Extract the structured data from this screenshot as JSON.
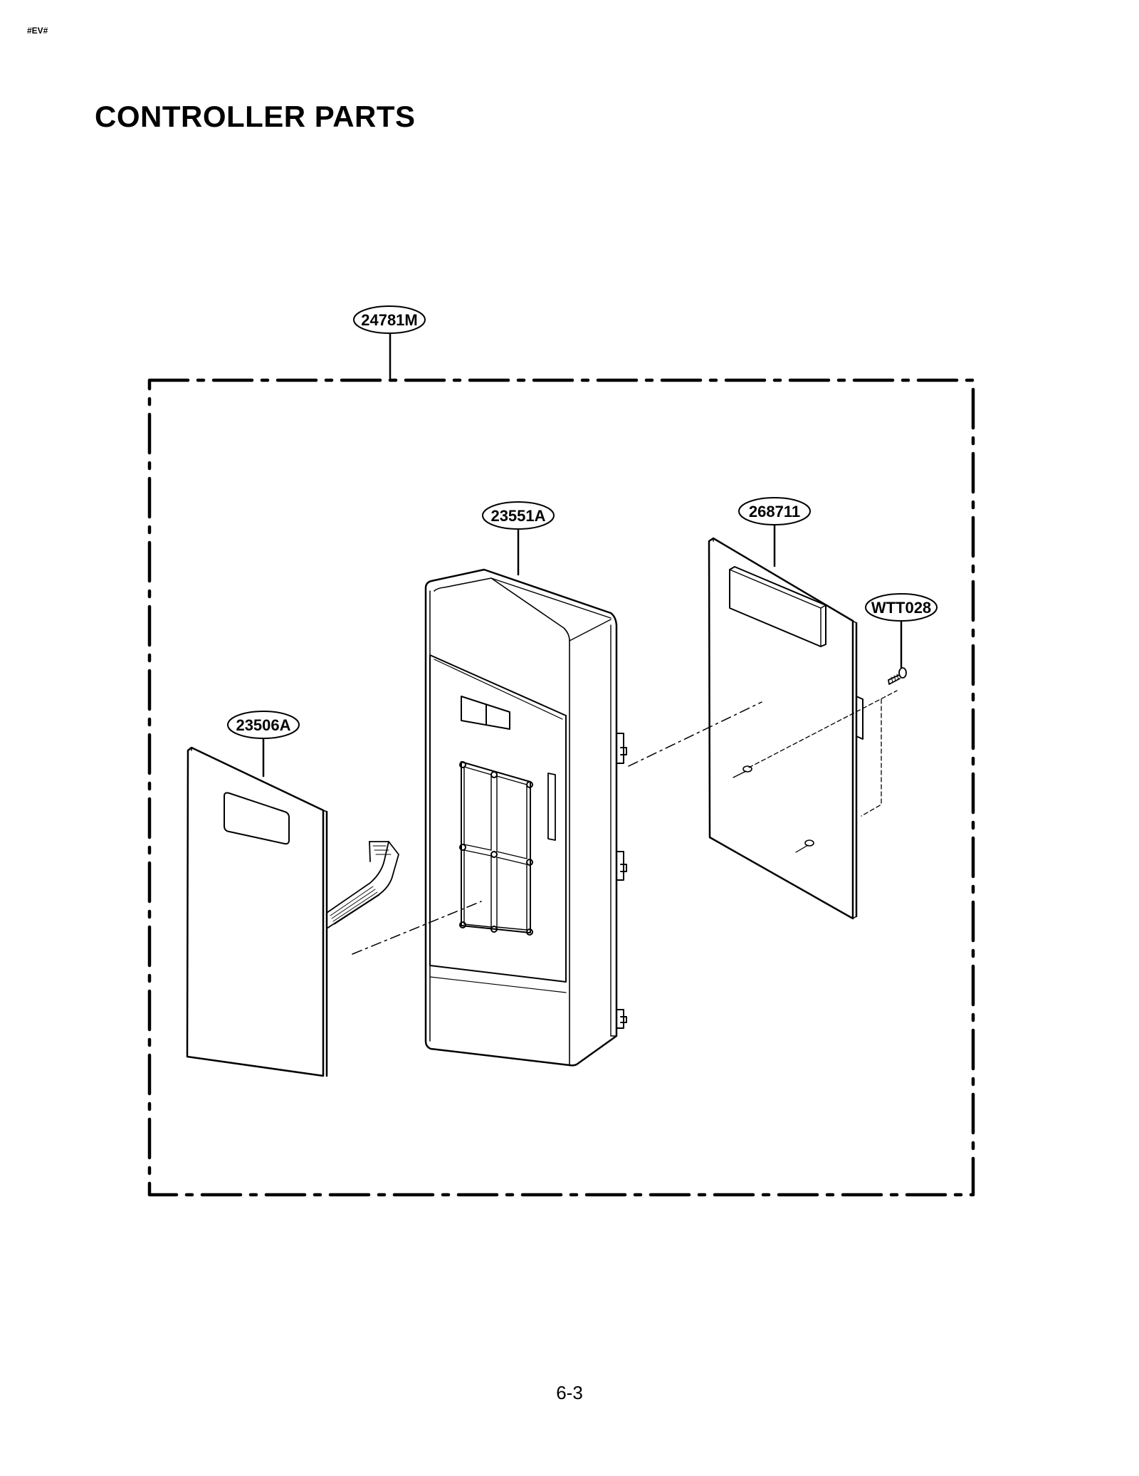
{
  "header": {
    "corner_tag": "#EV#",
    "title": "CONTROLLER PARTS"
  },
  "parts": {
    "assembly": "24781M",
    "control_panel": "23551A",
    "pcb": "268711",
    "screw": "WTT028",
    "membrane": "23506A"
  },
  "footer": {
    "page_number": "6-3"
  }
}
